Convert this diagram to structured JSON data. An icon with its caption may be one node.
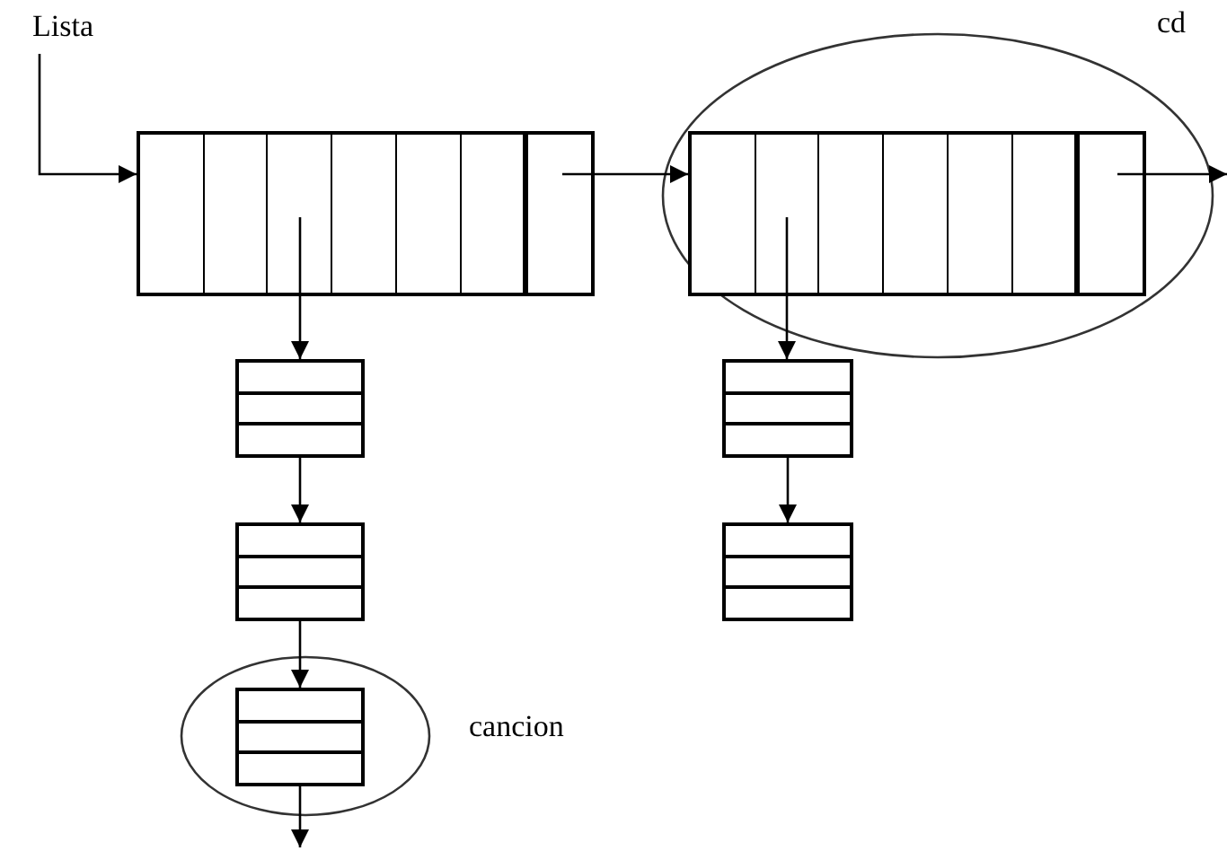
{
  "diagram": {
    "nodes": [
      {
        "text": [
          "Lista"
        ]
      },
      {
        "text": [],
        "shape": "box"
      },
      {
        "text": [
          "cd"
        ]
      },
      {
        "text": [],
        "shape": "box",
        "in": 2
      },
      {
        "text": [],
        "shape": "box"
      },
      {
        "text": [],
        "shape": "box"
      },
      {
        "text": [],
        "shape": "box"
      },
      {
        "text": [],
        "shape": "box"
      },
      {
        "text": [
          "cancion"
        ]
      },
      {
        "text": [],
        "shape": "box",
        "in": 8
      }
    ],
    "edges": [
      {
        "from": 0,
        "to": 1,
        "arrow": "to"
      },
      {
        "from": 1,
        "to": 3,
        "arrow": "to"
      },
      {
        "from": 3,
        "to": null,
        "arrow": "to"
      },
      {
        "from": 1,
        "to": 4,
        "arrow": "to"
      },
      {
        "from": 4,
        "to": 6,
        "arrow": "to"
      },
      {
        "from": 6,
        "to": 9,
        "arrow": "to"
      },
      {
        "from": 9,
        "to": null,
        "arrow": "to"
      },
      {
        "from": 3,
        "to": 5,
        "arrow": "to"
      },
      {
        "from": 5,
        "to": 7,
        "arrow": "to"
      }
    ]
  }
}
